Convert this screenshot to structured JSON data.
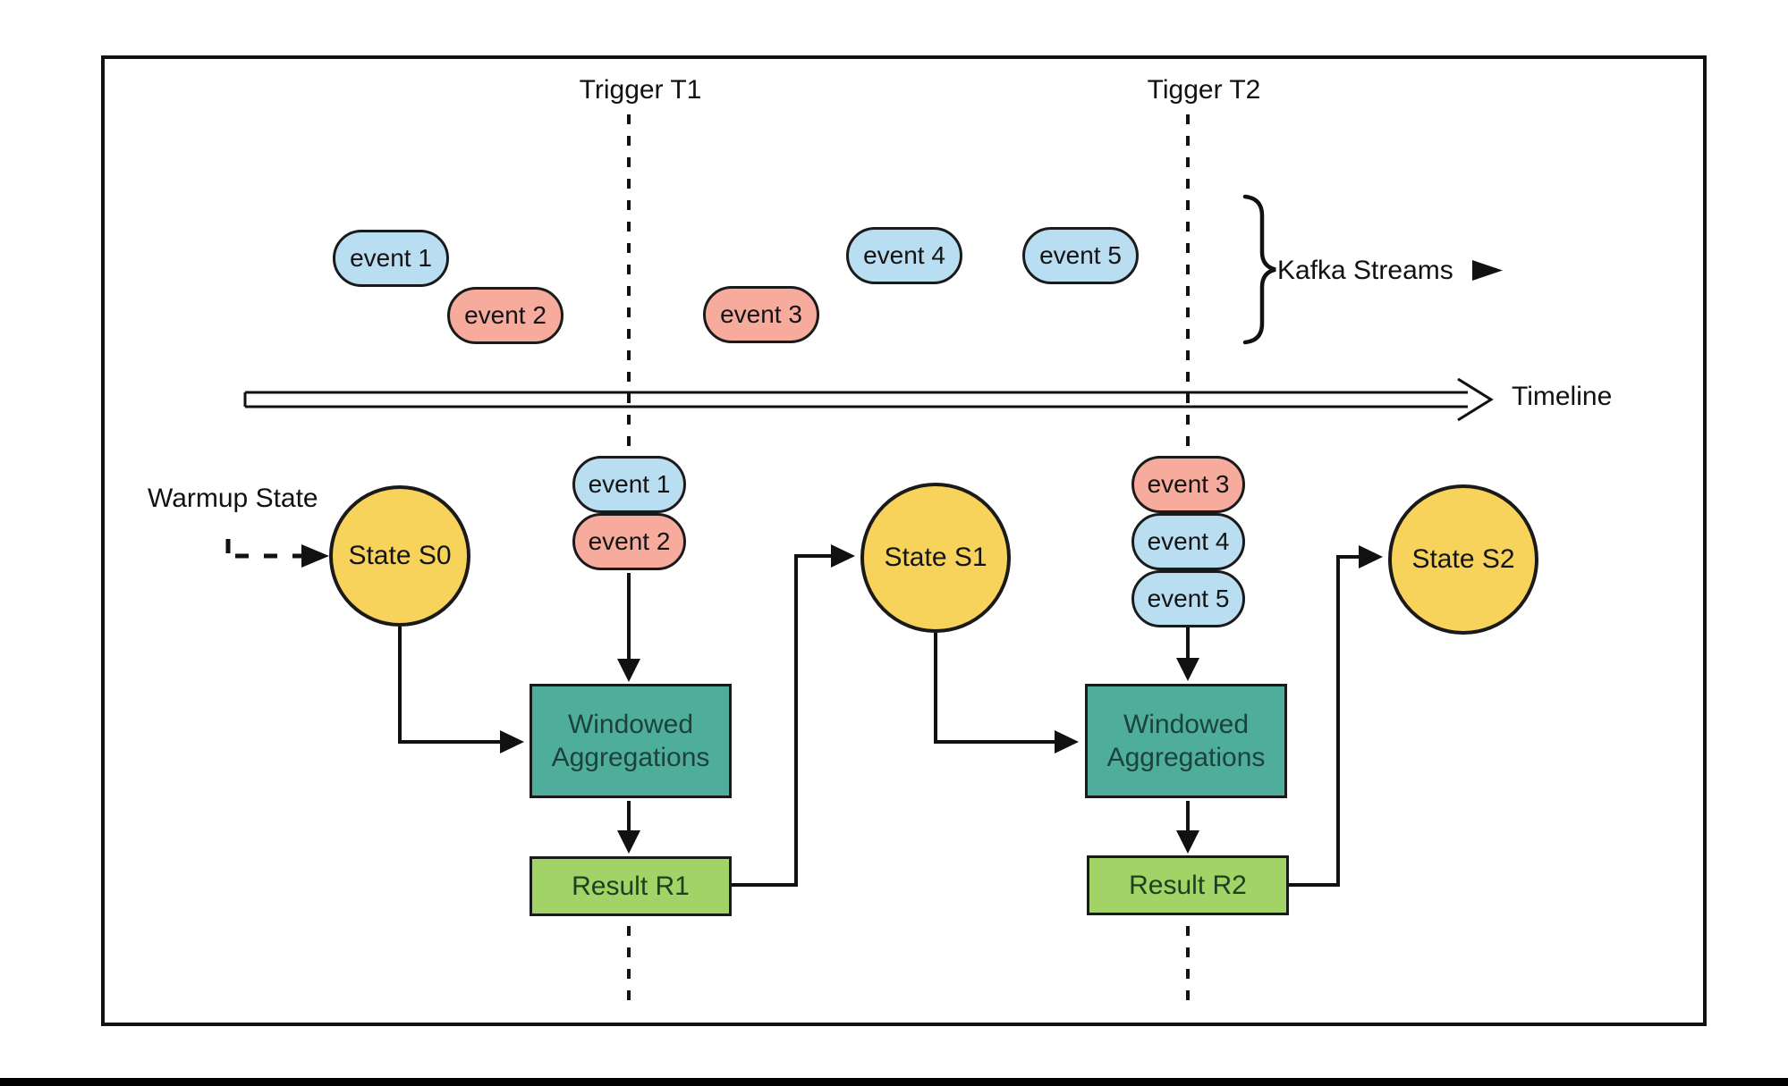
{
  "diagram": {
    "title_hint": "Kafka Streams windowed aggregation timeline diagram",
    "triggers": {
      "t1": {
        "label": "Trigger T1"
      },
      "t2": {
        "label": "Tigger T2"
      }
    },
    "timeline": {
      "label": "Timeline"
    },
    "kafka": {
      "label": "Kafka Streams",
      "icon": "play-right-icon"
    },
    "warmup": {
      "label": "Warmup State"
    },
    "events": {
      "e1": "event 1",
      "e2": "event 2",
      "e3": "event 3",
      "e4": "event 4",
      "e5": "event 5"
    },
    "states": {
      "s0": "State S0",
      "s1": "State S1",
      "s2": "State S2"
    },
    "aggregation_label": "Windowed\nAggregations",
    "results": {
      "r1": "Result R1",
      "r2": "Result R2"
    },
    "colors": {
      "event_blue": "#b9ddf1",
      "event_pink": "#f6ab9d",
      "state_yellow": "#f8d35c",
      "aggregation_teal": "#4fae9b",
      "result_green": "#a2d366",
      "line_black": "#111111",
      "background": "#ffffff"
    }
  }
}
